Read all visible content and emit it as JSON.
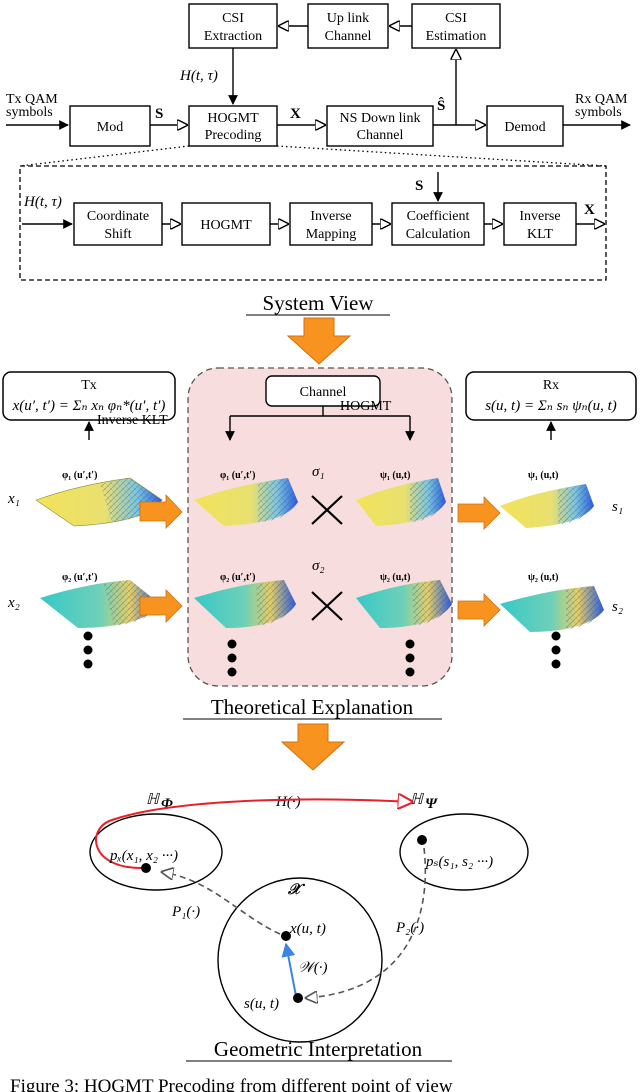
{
  "system_view": {
    "csi_extraction": [
      "CSI",
      "Extraction"
    ],
    "uplink_channel": [
      "Up link",
      "Channel"
    ],
    "csi_estimation": [
      "CSI",
      "Estimation"
    ],
    "mod": "Mod",
    "hogmt_precoding": [
      "HOGMT",
      "Precoding"
    ],
    "ns_downlink": [
      "NS Down link",
      "Channel"
    ],
    "demod": "Demod",
    "tx_qam": [
      "Tx QAM",
      "symbols"
    ],
    "rx_qam": [
      "Rx QAM",
      "symbols"
    ],
    "sym_s": "S",
    "sym_x": "X",
    "sym_s_hat": "Ŝ",
    "sym_h": "H(t, τ)",
    "detail_h": "H(t, τ)",
    "detail_s": "S",
    "detail_x": "X",
    "detail_blocks": [
      [
        "Coordinate",
        "Shift"
      ],
      [
        "HOGMT"
      ],
      [
        "Inverse",
        "Mapping"
      ],
      [
        "Coefficient",
        "Calculation"
      ],
      [
        "Inverse",
        "KLT"
      ]
    ],
    "title": "System View"
  },
  "theoretical": {
    "tx_title": "Tx",
    "tx_formula": "x(u′, t′) = Σₙ xₙ φₙ*(u′, t′)",
    "rx_title": "Rx",
    "rx_formula": "s(u, t) = Σₙ sₙ ψₙ(u, t)",
    "channel": "Channel",
    "hogmt": "HOGMT",
    "inverse_klt": "Inverse KLT",
    "x1": "x₁",
    "x2": "x₂",
    "s1": "s₁",
    "s2": "s₂",
    "sigma1": "σ₁",
    "sigma2": "σ₂",
    "phi1": "φ₁ (u′,t′)",
    "phi2": "φ₂ (u′,t′)",
    "psi1": "ψ₁ (u,t)",
    "psi2": "ψ₂ (u,t)",
    "title": "Theoretical Explanation"
  },
  "geometric": {
    "h_phi": "ℍ",
    "h_phi_sub": "Φ",
    "h_psi": "ℍ",
    "h_psi_sub": "Ψ",
    "h_op": "H(·)",
    "px": "pₓ(x₁, x₂ ···)",
    "ps": "pₛ(s₁, s₂ ···)",
    "chi": "𝒳",
    "xut": "x(u, t)",
    "sut": "s(u, t)",
    "w_op": "𝒲(·)",
    "p1": "P₁(·)",
    "p2": "P₂(·)",
    "title": "Geometric Interpretation"
  },
  "caption": "Figure 3: HOGMT Precoding from different point of view"
}
